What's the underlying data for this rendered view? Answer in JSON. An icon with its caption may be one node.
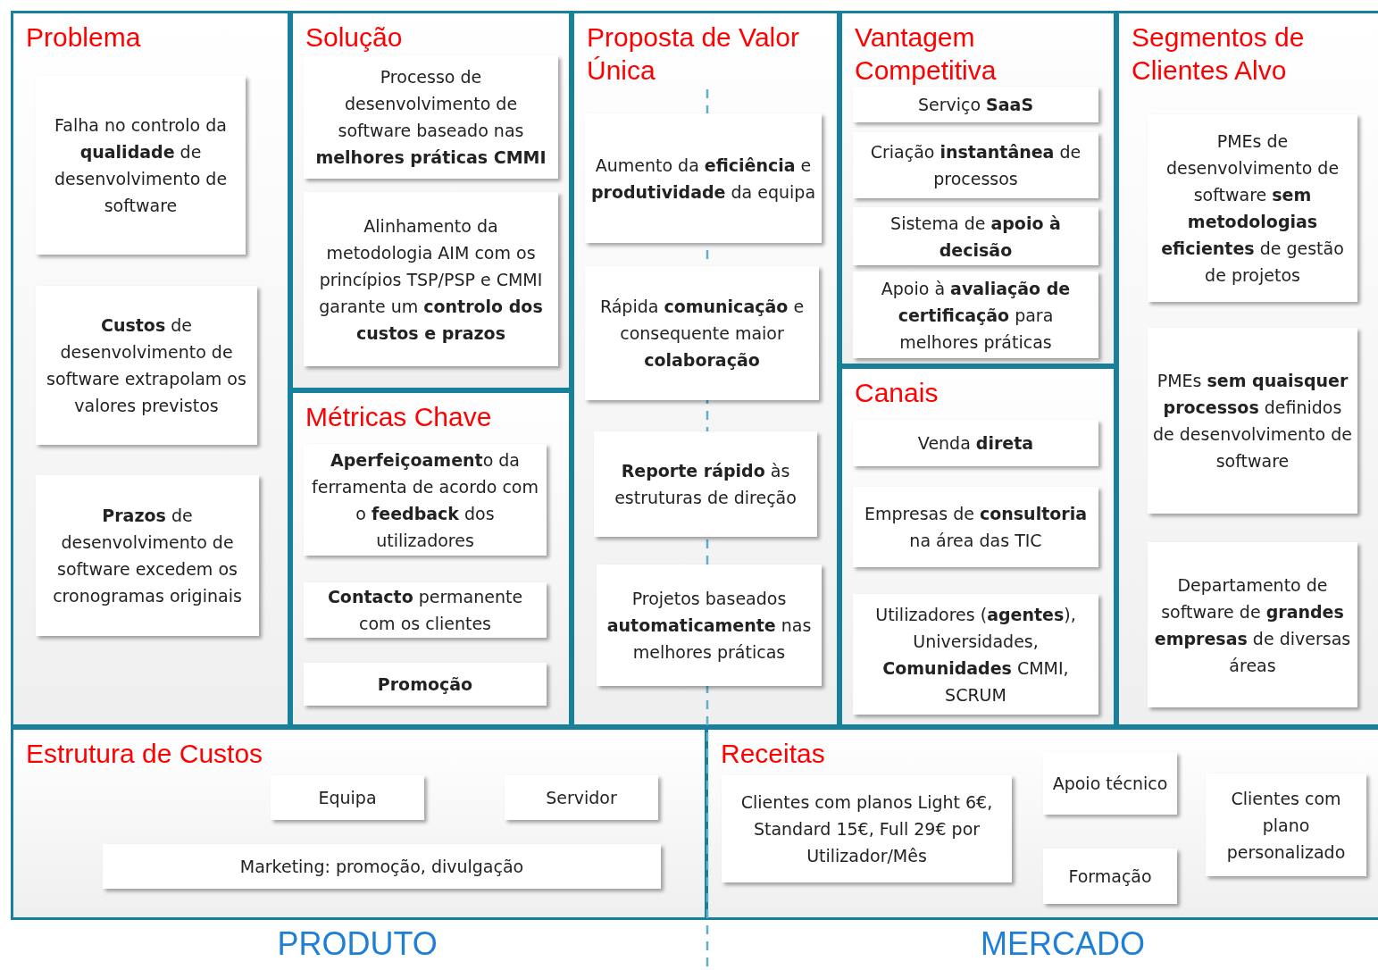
{
  "diagram": {
    "nodes": [
      {
        "text": [
          "Problema"
        ]
      },
      {
        "text": [
          "Falha no controlo da **qualidade** de desenvolvimento de software"
        ],
        "in": 0
      },
      {
        "text": [
          "**Custos** de desenvolvimento de software extrapolam os valores previstos"
        ],
        "in": 0
      },
      {
        "text": [
          "**Prazos** de desenvolvimento de software excedem os cronogramas originais"
        ],
        "in": 0
      },
      {
        "text": [
          "Solução"
        ]
      },
      {
        "text": [
          "Processo de desenvolvimento de software baseado nas **melhores práticas CMMI**"
        ],
        "in": 4
      },
      {
        "text": [
          "Alinhamento da metodologia AIM com os princípios TSP/PSP e CMMI garante um **controlo dos custos e prazos**"
        ],
        "in": 4
      },
      {
        "text": [
          "Métricas Chave"
        ]
      },
      {
        "text": [
          "**Aperfeiçoament**o da ferramenta de acordo com o **feedback** dos utilizadores"
        ],
        "in": 7
      },
      {
        "text": [
          "**Contacto** permanente com os clientes"
        ],
        "in": 7
      },
      {
        "text": [
          "**Promoção**"
        ],
        "in": 7
      },
      {
        "text": [
          "Proposta de Valor Única"
        ]
      },
      {
        "text": [
          "Aumento da **eficiência** e **produtividade** da equipa"
        ],
        "in": 11
      },
      {
        "text": [
          "Rápida **comunicação** e consequente maior **colaboração**"
        ],
        "in": 11
      },
      {
        "text": [
          "**Reporte rápido** às estruturas de direção"
        ],
        "in": 11
      },
      {
        "text": [
          "Projetos baseados **automaticamente** nas melhores práticas"
        ],
        "in": 11
      },
      {
        "text": [
          "Vantagem Competitiva"
        ]
      },
      {
        "text": [
          "Serviço **SaaS**"
        ],
        "in": 16
      },
      {
        "text": [
          "Criação **instantânea** de processos"
        ],
        "in": 16
      },
      {
        "text": [
          "Sistema de **apoio à decisão**"
        ],
        "in": 16
      },
      {
        "text": [
          "Apoio à **avaliação de certificação** para melhores práticas"
        ],
        "in": 16
      },
      {
        "text": [
          "Canais"
        ]
      },
      {
        "text": [
          "Venda **direta**"
        ],
        "in": 21
      },
      {
        "text": [
          "Empresas de **consultoria** na área das TIC"
        ],
        "in": 21
      },
      {
        "text": [
          "Utilizadores (**agentes**), Universidades, **Comunidades** CMMI, SCRUM"
        ],
        "in": 21
      },
      {
        "text": [
          "Segmentos de Clientes Alvo"
        ]
      },
      {
        "text": [
          "PMEs de desenvolvimento de software **sem metodologias eficientes** de gestão de projetos"
        ],
        "in": 25
      },
      {
        "text": [
          "PMEs **sem quaisquer processos** definidos de desenvolvimento de software"
        ],
        "in": 25
      },
      {
        "text": [
          "Departamento de software de **grandes empresas** de diversas áreas"
        ],
        "in": 25
      },
      {
        "text": [
          "Estrutura de Custos"
        ]
      },
      {
        "text": [
          "Equipa"
        ],
        "in": 29
      },
      {
        "text": [
          "Servidor"
        ],
        "in": 29
      },
      {
        "text": [
          "Marketing: promoção, divulgação"
        ],
        "in": 29
      },
      {
        "text": [
          "Receitas"
        ]
      },
      {
        "text": [
          "Clientes com planos Light 6€, Standard 15€, Full 29€ por Utilizador/Mês"
        ],
        "in": 33
      },
      {
        "text": [
          "Apoio técnico"
        ],
        "in": 33
      },
      {
        "text": [
          "Formação"
        ],
        "in": 33
      },
      {
        "text": [
          "Clientes com plano personalizado"
        ],
        "in": 33
      }
    ],
    "edges": [],
    "labels": [
      "PRODUTO",
      "MERCADO"
    ]
  }
}
